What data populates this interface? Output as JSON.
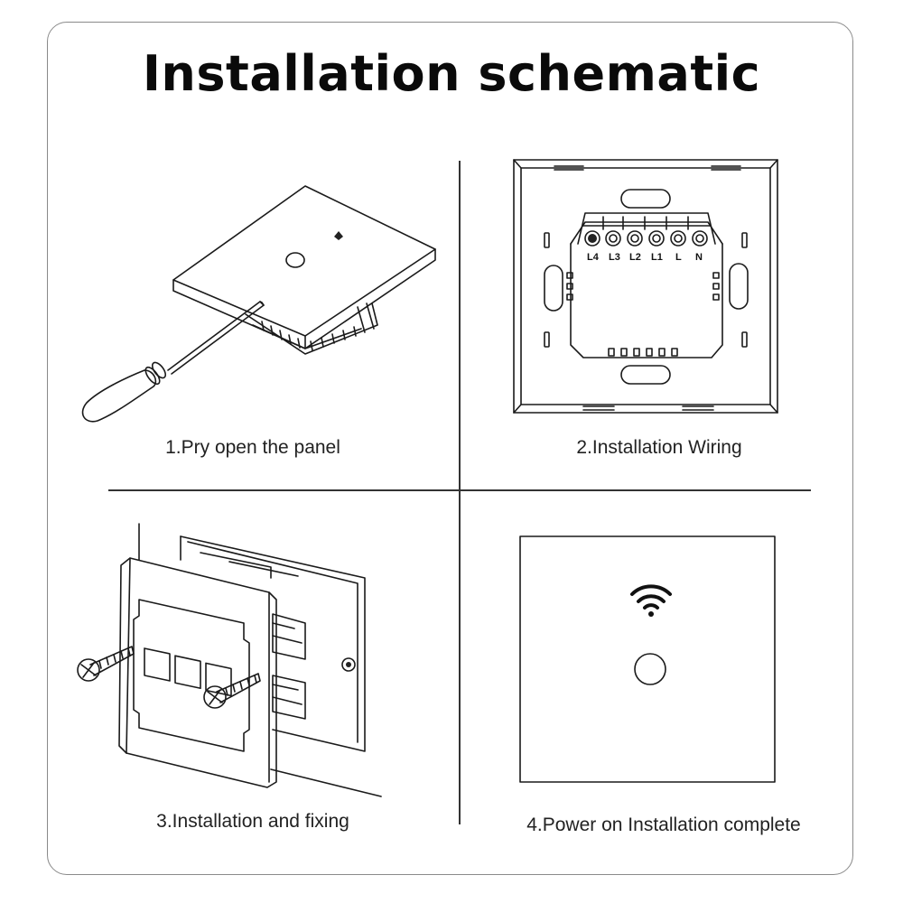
{
  "title": "Installation schematic",
  "steps": [
    {
      "caption": "1.Pry open the panel"
    },
    {
      "caption": "2.Installation Wiring"
    },
    {
      "caption": "3.Installation and fixing"
    },
    {
      "caption": "4.Power on Installation complete"
    }
  ],
  "wiring": {
    "terminals": [
      "L4",
      "L3",
      "L2",
      "L1",
      "L",
      "N"
    ]
  },
  "icons": [
    "screwdriver-icon",
    "wifi-icon",
    "screw-icon"
  ]
}
